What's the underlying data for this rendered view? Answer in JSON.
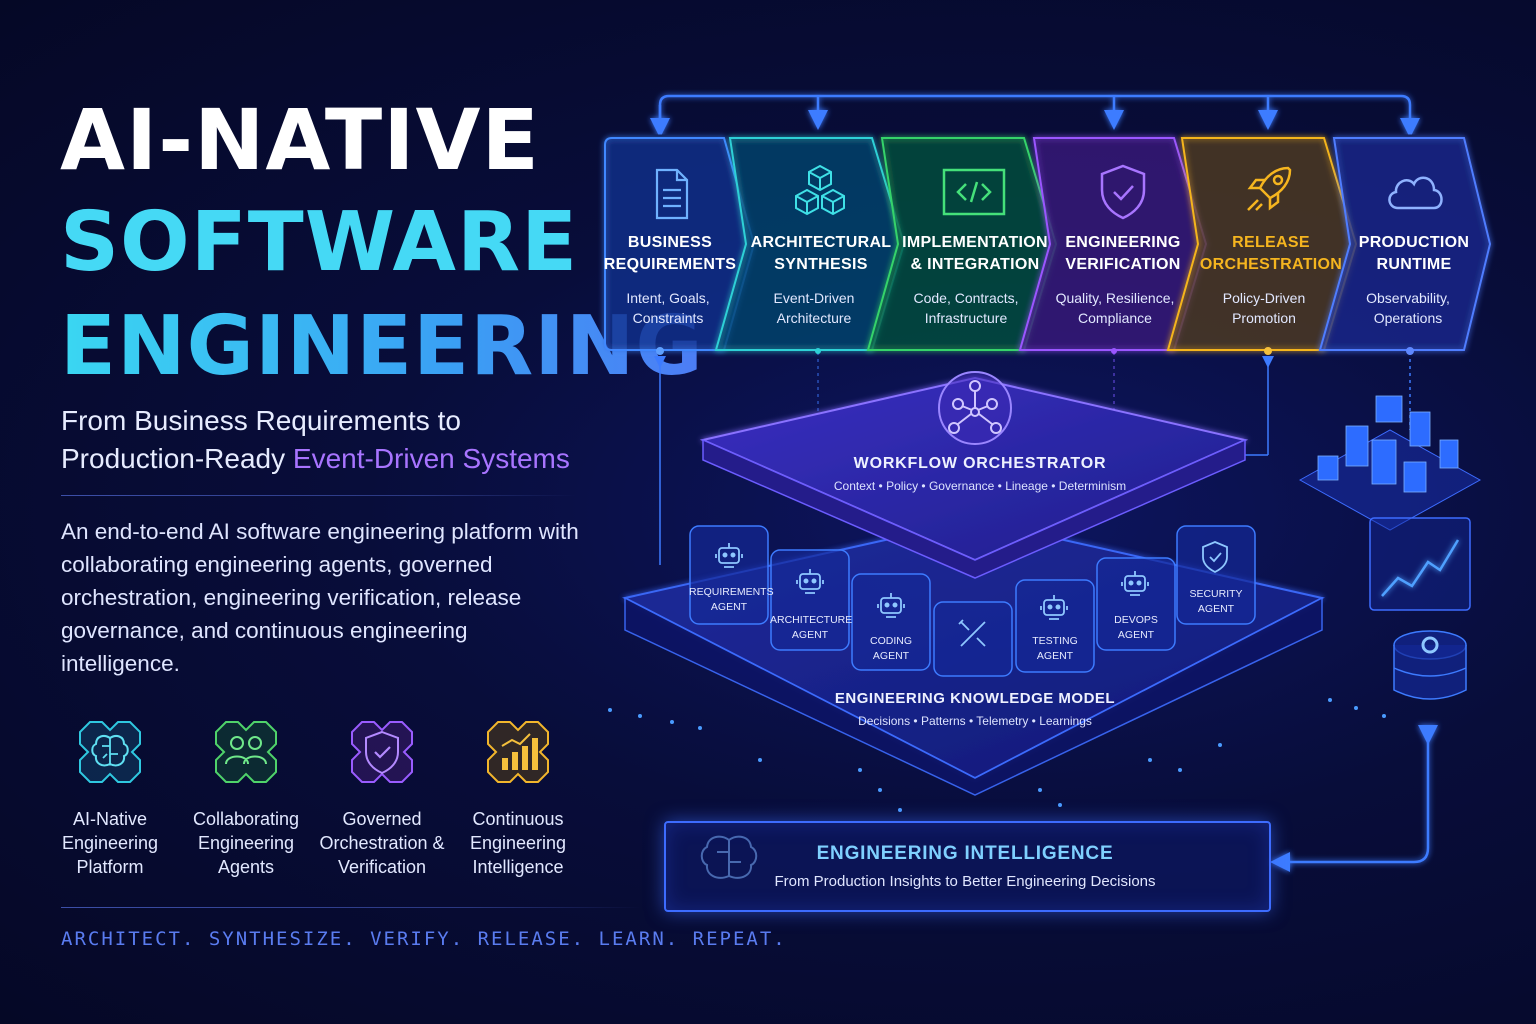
{
  "hero": {
    "title_line1": "AI-NATIVE",
    "title_line2": "SOFTWARE",
    "title_line3": "ENGINEERING",
    "subtitle_line1": "From Business Requirements to",
    "subtitle_line2_prefix": "Production-Ready ",
    "subtitle_line2_highlight": "Event-Driven Systems",
    "description": "An end-to-end AI software engineering platform with collaborating engineering agents, governed orchestration, engineering verification, release governance, and continuous engineering intelligence."
  },
  "features": [
    {
      "line1": "AI-Native",
      "line2": "Engineering",
      "line3": "Platform",
      "icon": "brain-icon",
      "color": "#2fc8e0"
    },
    {
      "line1": "Collaborating",
      "line2": "Engineering",
      "line3": "Agents",
      "icon": "people-icon",
      "color": "#4fd36a"
    },
    {
      "line1": "Governed",
      "line2": "Orchestration &",
      "line3": "Verification",
      "icon": "shield-check-icon",
      "color": "#9a5cff"
    },
    {
      "line1": "Continuous",
      "line2": "Engineering",
      "line3": "Intelligence",
      "icon": "growth-chart-icon",
      "color": "#f2b62c"
    }
  ],
  "tagline": "ARCHITECT. SYNTHESIZE. VERIFY. RELEASE. LEARN. REPEAT.",
  "pipeline": [
    {
      "title1": "BUSINESS",
      "title2": "REQUIREMENTS",
      "sub1": "Intent, Goals,",
      "sub2": "Constraints",
      "icon": "document-icon",
      "color": "#3f88ff"
    },
    {
      "title1": "ARCHITECTURAL",
      "title2": "SYNTHESIS",
      "sub1": "Event-Driven",
      "sub2": "Architecture",
      "icon": "cubes-icon",
      "color": "#2ed0d6"
    },
    {
      "title1": "IMPLEMENTATION",
      "title2": "& INTEGRATION",
      "sub1": "Code, Contracts,",
      "sub2": "Infrastructure",
      "icon": "code-icon",
      "color": "#35d36a"
    },
    {
      "title1": "ENGINEERING",
      "title2": "VERIFICATION",
      "sub1": "Quality, Resilience,",
      "sub2": "Compliance",
      "icon": "shield-check-icon",
      "color": "#9a56ff"
    },
    {
      "title1": "RELEASE",
      "title2": "ORCHESTRATION",
      "sub1": "Policy-Driven",
      "sub2": "Promotion",
      "icon": "rocket-icon",
      "color": "#f5b51f"
    },
    {
      "title1": "PRODUCTION",
      "title2": "RUNTIME",
      "sub1": "Observability,",
      "sub2": "Operations",
      "icon": "cloud-icon",
      "color": "#4f7dff"
    }
  ],
  "orchestrator": {
    "title": "WORKFLOW ORCHESTRATOR",
    "subtitle": "Context • Policy • Governance • Lineage • Determinism",
    "icon": "network-hub-icon"
  },
  "agents": [
    {
      "line1": "REQUIREMENTS",
      "line2": "AGENT",
      "icon": "robot-icon"
    },
    {
      "line1": "ARCHITECTURE",
      "line2": "AGENT",
      "icon": "robot-icon"
    },
    {
      "line1": "CODING",
      "line2": "AGENT",
      "icon": "robot-icon"
    },
    {
      "line1": "",
      "line2": "",
      "icon": "tools-icon"
    },
    {
      "line1": "TESTING",
      "line2": "AGENT",
      "icon": "robot-icon"
    },
    {
      "line1": "DEVOPS",
      "line2": "AGENT",
      "icon": "robot-icon"
    },
    {
      "line1": "SECURITY",
      "line2": "AGENT",
      "icon": "shield-check-icon"
    }
  ],
  "knowledge_model": {
    "title": "ENGINEERING KNOWLEDGE MODEL",
    "subtitle": "Decisions • Patterns • Telemetry • Learnings"
  },
  "engineering_intelligence": {
    "title": "ENGINEERING INTELLIGENCE",
    "subtitle": "From Production Insights to Better Engineering Decisions",
    "icon": "brain-icon"
  },
  "colors": {
    "background": "#070b33",
    "accent_cyan": "#45d9f5",
    "accent_purple": "#a874ff",
    "accent_blue": "#3d6cff"
  }
}
